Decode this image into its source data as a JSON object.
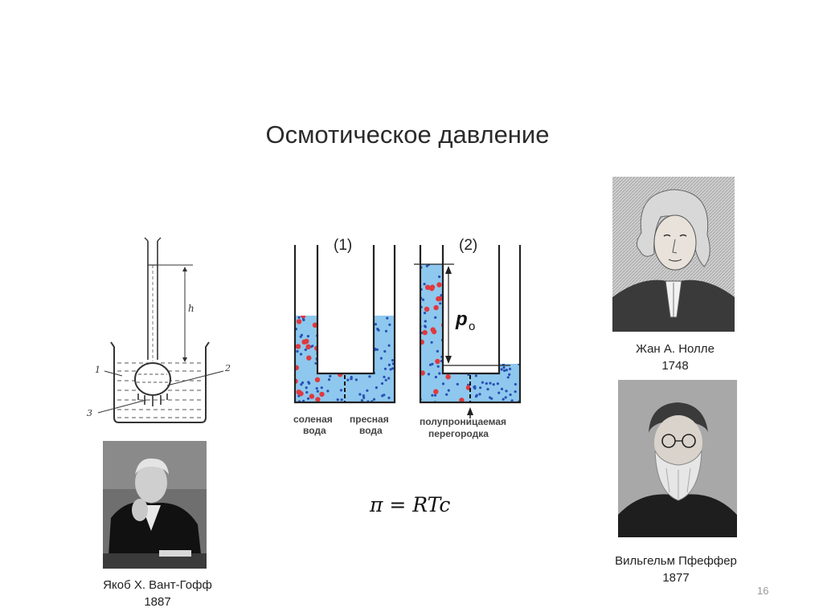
{
  "title": "Осмотическое давление",
  "page_number": "16",
  "formula": "π = RTc",
  "apparatus": {
    "height_label": "h",
    "labels": [
      "1",
      "2",
      "3"
    ]
  },
  "cells": {
    "cell1_label": "(1)",
    "cell2_label": "(2)",
    "pressure_label": "p",
    "pressure_sub": "o",
    "salt_water_line1": "соленая",
    "salt_water_line2": "вода",
    "fresh_water_line1": "пресная",
    "fresh_water_line2": "вода",
    "membrane_line1": "полупроницаемая",
    "membrane_line2": "перегородка"
  },
  "portraits": {
    "nollet": {
      "name": "Жан А. Нолле",
      "year": "1748"
    },
    "pfeffer": {
      "name": "Вильгельм Пфеффер",
      "year": "1877"
    },
    "vanthoff": {
      "name": "Якоб Х. Вант-Гофф",
      "year": "1887"
    }
  },
  "colors": {
    "water": "#8ec8ee",
    "salt_particle": "#e0393e",
    "water_particle": "#2a4fb5"
  }
}
